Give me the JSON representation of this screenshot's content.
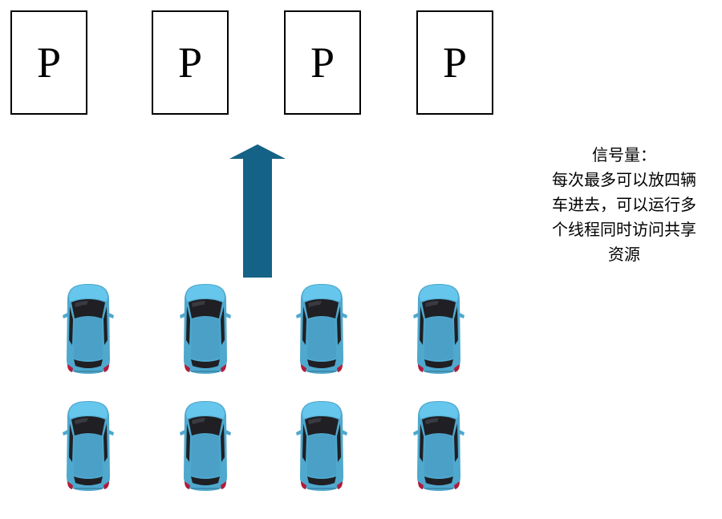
{
  "parking": {
    "slot_labels": [
      "P",
      "P",
      "P",
      "P"
    ]
  },
  "caption": {
    "lines": [
      "信号量：",
      "每次最多可以放四辆",
      "车进去，可以运行多",
      "个线程同时访问共享",
      "资源"
    ]
  },
  "colors": {
    "arrow": "#156287",
    "car_body": "#4fa8cd",
    "car_roof": "#5fc4eb",
    "car_glass": "#1f1f24",
    "car_tail": "#b01c3a"
  },
  "cars": {
    "rows": 2,
    "per_row": 4,
    "icon": "car-top-view-icon"
  }
}
